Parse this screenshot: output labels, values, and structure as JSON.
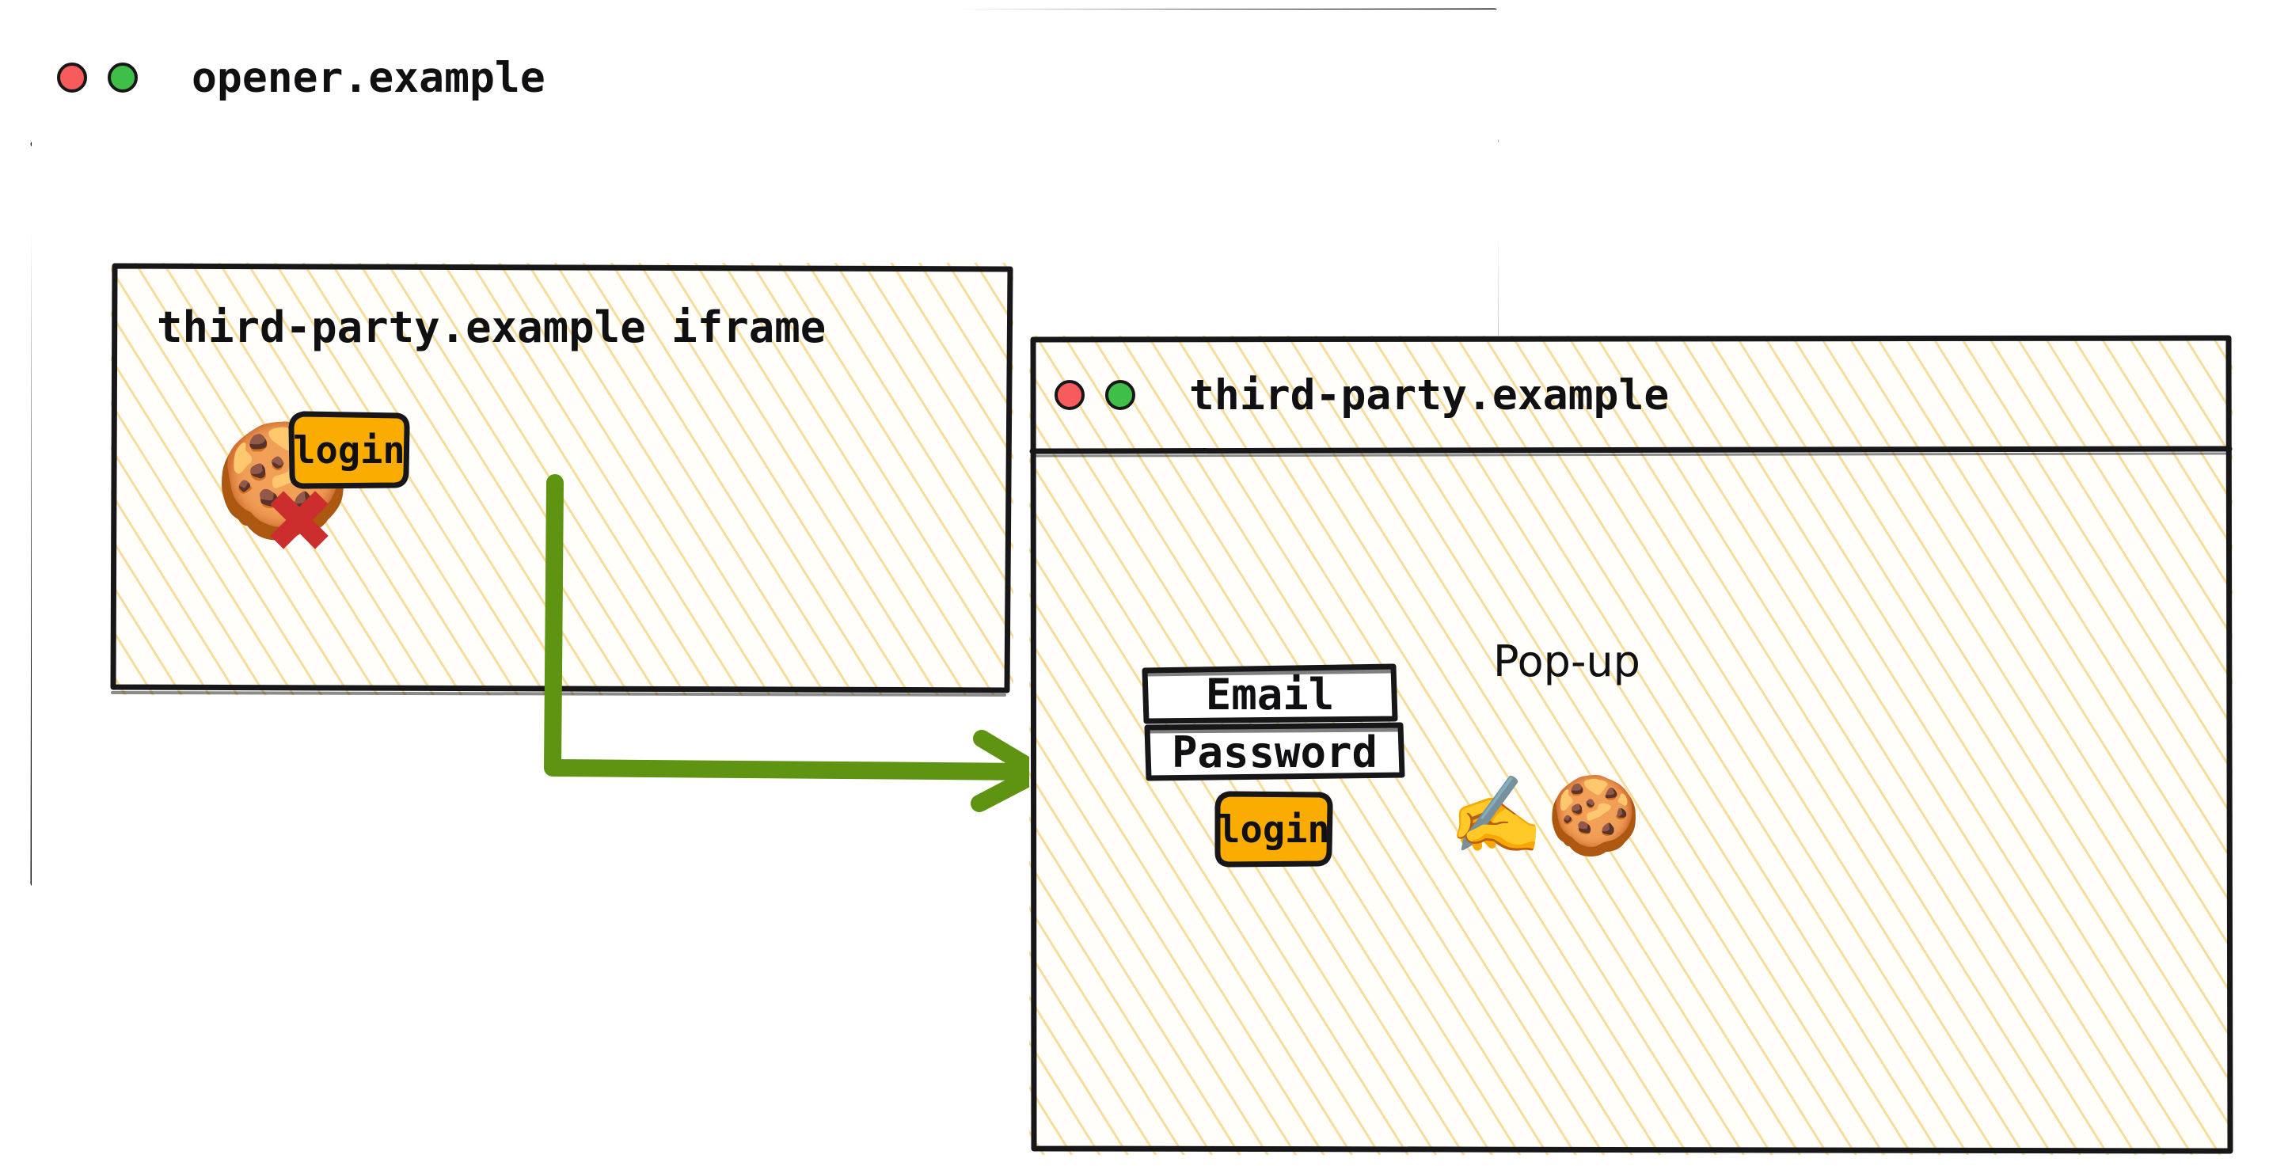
{
  "diagram": {
    "title": "Third-party pop-up login with cookie access",
    "colors": {
      "frame_stroke": "#17171a",
      "page_background": "#ffffff",
      "hatch_fill": "#fffefa",
      "hatch_line": "#f6d78c",
      "button_orange": "#faac00",
      "arrow_green": "#5f9412",
      "traffic_red": "#f75b5b",
      "traffic_green": "#3fbf4a",
      "cross_red": "#cc2d2d"
    }
  },
  "opener_window": {
    "title": "opener.example",
    "traffic_lights": {
      "close_label": "close-dot",
      "maximize_label": "maximize-dot"
    },
    "iframe": {
      "title": "third-party.example iframe",
      "cookie_icon": "cookie-icon",
      "blocked_icon": "cross-mark-icon",
      "login_label": "login"
    }
  },
  "flow": {
    "arrow_icon": "flow-arrow-icon",
    "arrow_color": "#5f9412"
  },
  "popup_window": {
    "title": "third-party.example",
    "annotation": "Pop-up",
    "traffic_lights": {
      "close_label": "close-dot",
      "maximize_label": "maximize-dot"
    },
    "form": {
      "email_label": "Email",
      "password_label": "Password",
      "login_label": "login"
    },
    "icons": {
      "writing_hand": "writing-hand-icon",
      "cookie": "cookie-icon"
    }
  },
  "glyphs": {
    "cookie": "🍪",
    "cross_mark": "✖",
    "writing_hand": "✍️"
  }
}
